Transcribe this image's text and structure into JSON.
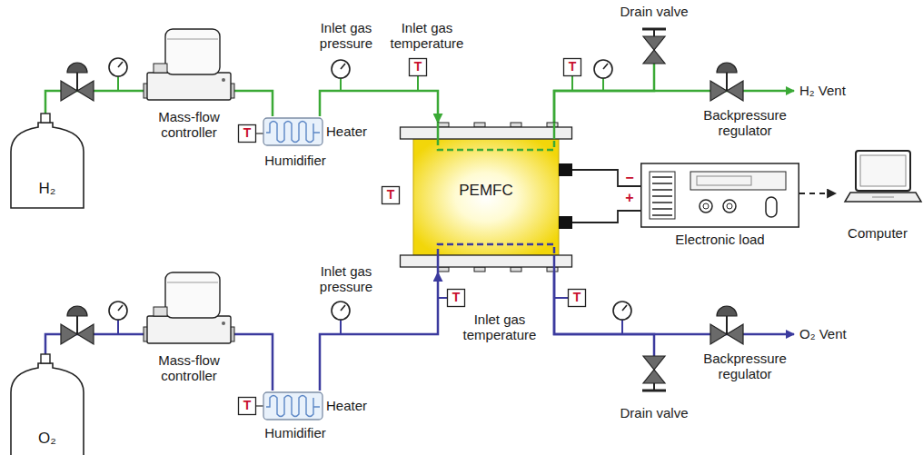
{
  "diagram": {
    "nodes": [
      {
        "text": [
          "H₂"
        ]
      },
      {
        "text": [
          "Mass-flow controller"
        ]
      },
      {
        "text": [
          "T"
        ]
      },
      {
        "text": [
          "Humidifier",
          "Heater"
        ]
      },
      {
        "text": [
          "T"
        ]
      },
      {
        "text": [
          "PEMFC"
        ]
      },
      {
        "text": [
          "T"
        ]
      },
      {
        "text": [
          "Drain valve"
        ]
      },
      {
        "text": [
          "Backpressure regulator"
        ]
      },
      {
        "text": [
          "T"
        ]
      },
      {
        "text": [
          "Electronic load"
        ]
      },
      {
        "text": [
          "Computer"
        ]
      },
      {
        "text": [
          "O₂"
        ]
      },
      {
        "text": [
          "Mass-flow controller"
        ]
      },
      {
        "text": [
          "T"
        ]
      },
      {
        "text": [
          "Humidifier",
          "Heater"
        ]
      },
      {
        "text": [
          "T"
        ]
      },
      {
        "text": [
          "T"
        ]
      },
      {
        "text": [
          "Drain valve"
        ]
      },
      {
        "text": [
          "Backpressure regulator"
        ]
      }
    ],
    "edges": [
      {
        "from": 0,
        "to": 1,
        "arrow": "none"
      },
      {
        "from": 1,
        "to": 3,
        "arrow": "none"
      },
      {
        "from": 3,
        "to": 5,
        "arrow": "to"
      },
      {
        "from": 5,
        "to": 7,
        "arrow": "none"
      },
      {
        "from": 5,
        "to": 8,
        "arrow": "none"
      },
      {
        "from": 5,
        "to": 10,
        "arrow": "none"
      },
      {
        "from": 5,
        "to": 10,
        "arrow": "none"
      },
      {
        "from": 10,
        "to": 11,
        "arrow": "to"
      },
      {
        "from": 12,
        "to": 13,
        "arrow": "none"
      },
      {
        "from": 13,
        "to": 15,
        "arrow": "none"
      },
      {
        "from": 15,
        "to": 5,
        "arrow": "to"
      },
      {
        "from": 5,
        "to": 18,
        "arrow": "none"
      },
      {
        "from": 5,
        "to": 19,
        "arrow": "none"
      }
    ],
    "labels": [
      "Inlet gas pressure",
      "Inlet gas temperature",
      "H₂ Vent",
      "−",
      "+",
      "Inlet gas pressure",
      "Inlet gas temperature",
      "O₂ Vent"
    ]
  }
}
